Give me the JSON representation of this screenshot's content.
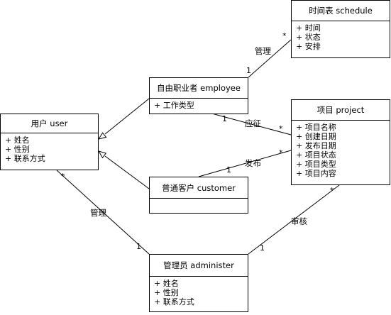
{
  "classes": {
    "user": {
      "title": "用户 user",
      "attrs": [
        "+ 姓名",
        "+ 性别",
        "+ 联系方式"
      ]
    },
    "employee": {
      "title": "自由职业者 employee",
      "attrs": [
        "+ 工作类型"
      ]
    },
    "customer": {
      "title": "普通客户 customer",
      "attrs": []
    },
    "schedule": {
      "title": "时间表 schedule",
      "attrs": [
        "+ 时间",
        "+ 状态",
        "+ 安排"
      ]
    },
    "project": {
      "title": "项目 project",
      "attrs": [
        "+ 项目名称",
        "+ 创建日期",
        "+ 发布日期",
        "+ 项目状态",
        "+ 项目类型",
        "+ 项目内容"
      ]
    },
    "admin": {
      "title": "管理员 administer",
      "attrs": [
        "+ 姓名",
        "+ 性别",
        "+ 联系方式"
      ]
    }
  },
  "associations": {
    "manage_schedule": {
      "label": "管理",
      "from_mult": "1",
      "to_mult": "*"
    },
    "apply": {
      "label": "应征",
      "from_mult": "1",
      "to_mult": "*"
    },
    "publish": {
      "label": "发布",
      "from_mult": "1",
      "to_mult": "*"
    },
    "manage_user": {
      "label": "管理",
      "from_mult": "*",
      "to_mult": "1"
    },
    "review": {
      "label": "审核",
      "from_mult": "1",
      "to_mult": "*"
    }
  }
}
